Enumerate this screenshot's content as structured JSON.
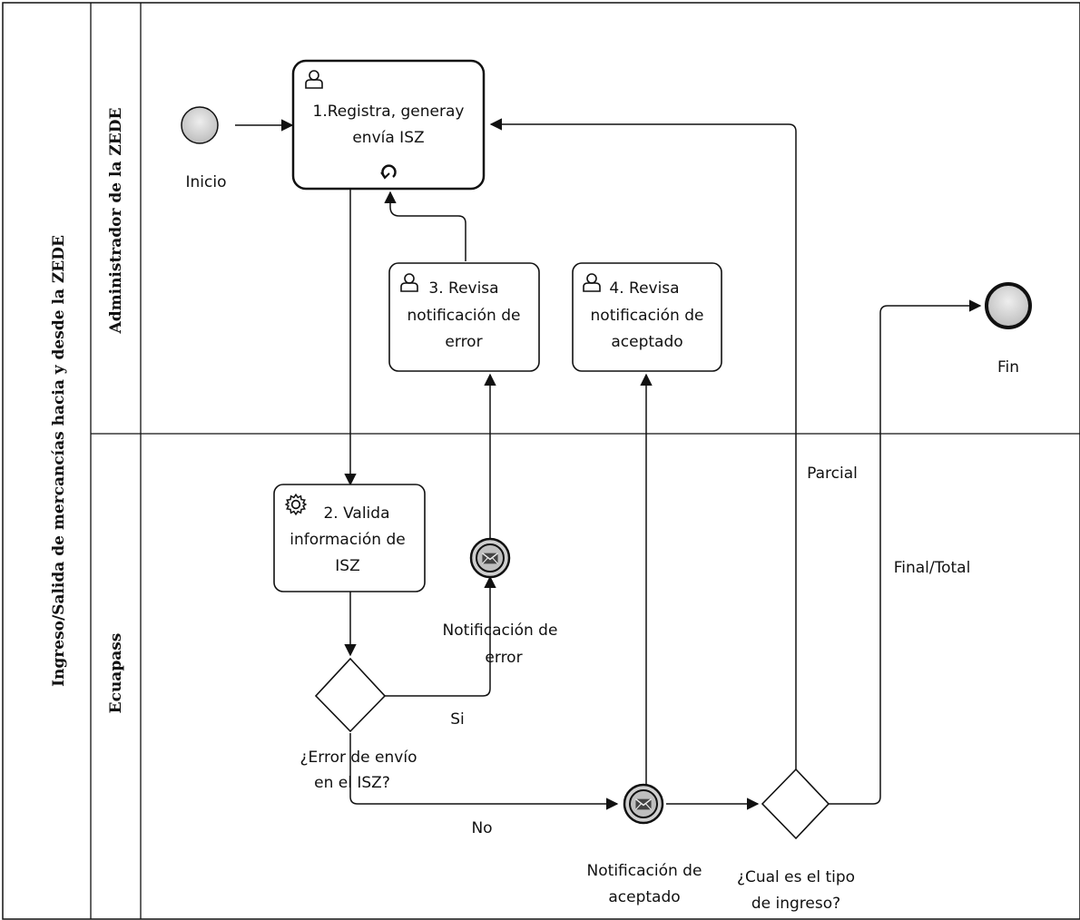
{
  "pool": {
    "title": "Ingreso/Salida de mercancías hacia y desde la ZEDE"
  },
  "lanes": [
    {
      "id": "admin",
      "title": "Administrador de la ZEDE"
    },
    {
      "id": "ecuapass",
      "title": "Ecuapass"
    }
  ],
  "events": {
    "start": "Inicio",
    "end": "Fin",
    "msg_error": [
      "Notificación de",
      "error"
    ],
    "msg_accepted": [
      "Notificación de",
      "aceptado"
    ]
  },
  "tasks": {
    "t1": {
      "lines": [
        "1.Registra, generay",
        "envía ISZ"
      ],
      "icon": "user-icon",
      "marker": "loop-icon"
    },
    "t2": {
      "lines": [
        "2. Valida",
        "información de",
        "ISZ"
      ],
      "icon": "gear-icon"
    },
    "t3": {
      "lines": [
        "3. Revisa",
        "notificación de",
        "error"
      ],
      "icon": "user-icon"
    },
    "t4": {
      "lines": [
        "4. Revisa",
        "notificación de",
        "aceptado"
      ],
      "icon": "user-icon"
    }
  },
  "gateways": {
    "error_question": [
      "¿Error de envío",
      "en el ISZ?"
    ],
    "type_question": [
      "¿Cual es el tipo",
      "de ingreso?"
    ]
  },
  "flow_labels": {
    "si": "Si",
    "no": "No",
    "parcial": "Parcial",
    "final_total": "Final/Total"
  },
  "colors": {
    "line": "#111111",
    "event_fill": "#d9d9d9",
    "task_fill": "#ffffff"
  }
}
